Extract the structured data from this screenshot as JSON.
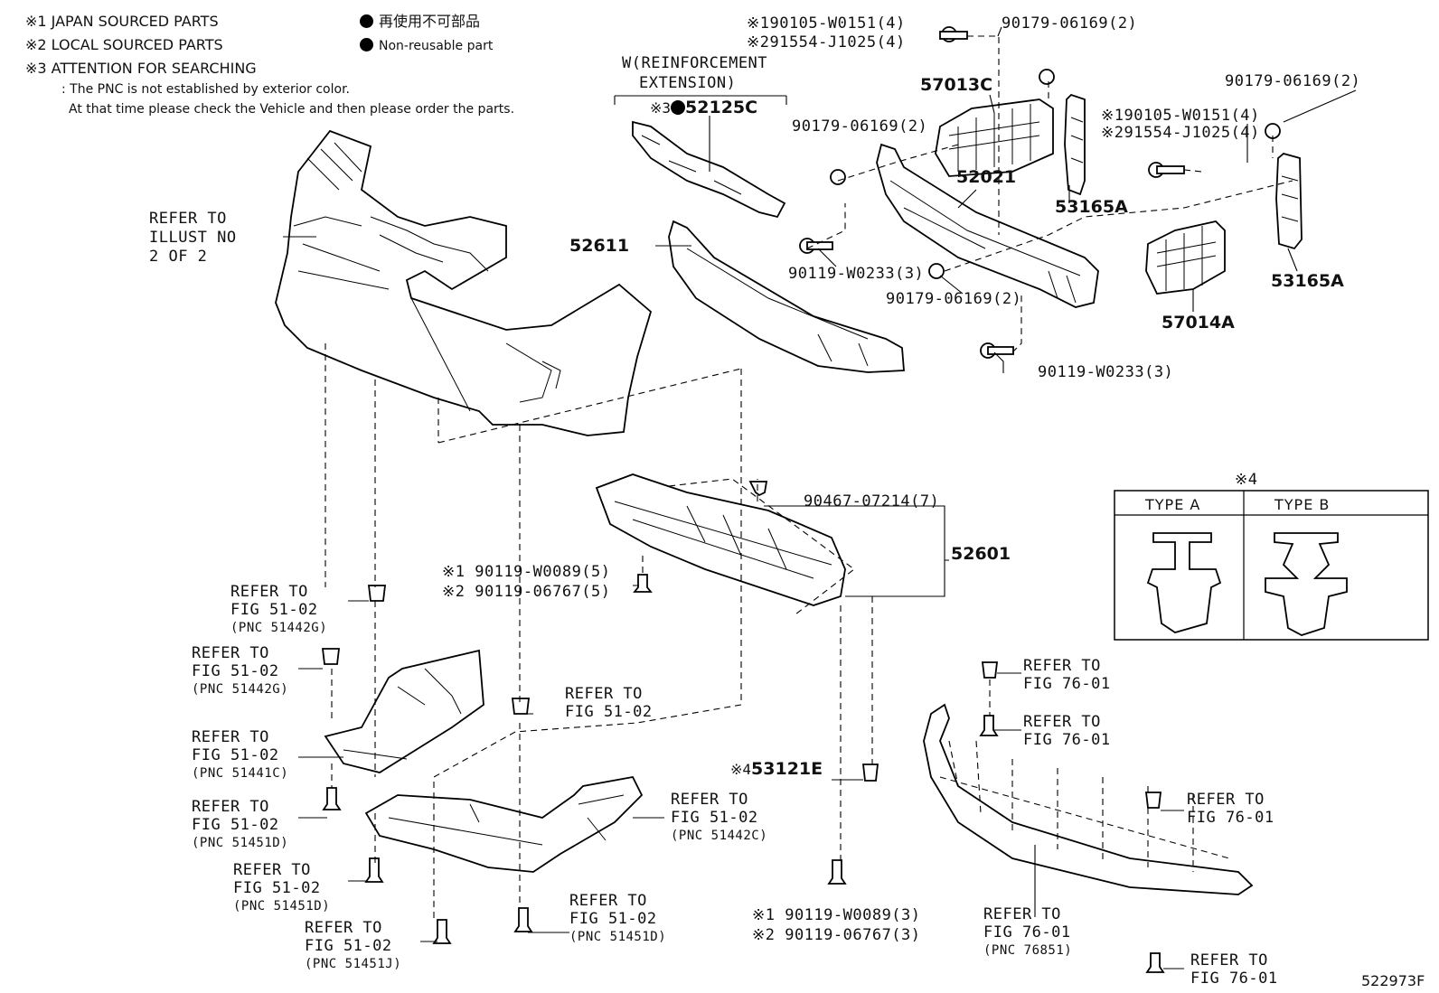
{
  "legend": {
    "note1": "※1  JAPAN SOURCED PARTS",
    "note2": "※2  LOCAL SOURCED PARTS",
    "note3": "※3  ATTENTION FOR SEARCHING",
    "note3_line1": ": The PNC is not established by exterior color.",
    "note3_line2": "At that time please check the Vehicle and then please order the parts.",
    "nonreuse_jp": "再使用不可部品",
    "nonreuse_en": "Non-reusable part"
  },
  "group_label": "W(REINFORCEMENT\nEXTENSION)",
  "group_label_line1": "W(REINFORCEMENT",
  "group_label_line2": "EXTENSION)",
  "refer_illust": [
    "REFER TO",
    "ILLUST NO",
    "2 OF 2"
  ],
  "labels": {
    "l1": "※190105-W0151(4)",
    "l2": "※291554-J1025(4)",
    "l3": "90179-06169(2)",
    "l4": "57013C",
    "l5": "90179-06169(2)",
    "l6": "※3",
    "l6b": "52125C",
    "l7": "90179-06169(2)",
    "l8": "※190105-W0151(4)",
    "l9": "※291554-J1025(4)",
    "l10": "52021",
    "l11": "53165A",
    "l12": "52611",
    "l13": "90119-W0233(3)",
    "l14": "90179-06169(2)",
    "l15": "53165A",
    "l16": "57014A",
    "l17": "90119-W0233(3)",
    "l18": "90467-07214(7)",
    "l19": "52601",
    "l20": "※1 90119-W0089(5)",
    "l21": "※2 90119-06767(5)",
    "l22": "※4",
    "l22b": "53121E",
    "l23": "※1 90119-W0089(3)",
    "l24": "※2 90119-06767(3)",
    "fig_id": "522973F"
  },
  "refs": [
    {
      "a": "REFER TO",
      "b": "FIG 51-02",
      "c": "(PNC 51442G)"
    },
    {
      "a": "REFER TO",
      "b": "FIG 51-02",
      "c": "(PNC 51442G)"
    },
    {
      "a": "REFER TO",
      "b": "FIG 51-02",
      "c": ""
    },
    {
      "a": "REFER TO",
      "b": "FIG 51-02",
      "c": "(PNC 51441C)"
    },
    {
      "a": "REFER TO",
      "b": "FIG 51-02",
      "c": "(PNC 51442C)"
    },
    {
      "a": "REFER TO",
      "b": "FIG 51-02",
      "c": "(PNC 51451D)"
    },
    {
      "a": "REFER TO",
      "b": "FIG 51-02",
      "c": "(PNC 51451D)"
    },
    {
      "a": "REFER TO",
      "b": "FIG 51-02",
      "c": "(PNC 51451D)"
    },
    {
      "a": "REFER TO",
      "b": "FIG 51-02",
      "c": "(PNC 51451J)"
    },
    {
      "a": "REFER TO",
      "b": "FIG 76-01",
      "c": ""
    },
    {
      "a": "REFER TO",
      "b": "FIG 76-01",
      "c": ""
    },
    {
      "a": "REFER TO",
      "b": "FIG 76-01",
      "c": ""
    },
    {
      "a": "REFER TO",
      "b": "FIG 76-01",
      "c": "(PNC 76851)"
    },
    {
      "a": "REFER TO",
      "b": "FIG 76-01",
      "c": ""
    }
  ],
  "clip_types": {
    "marker": "※4",
    "type_a": "TYPE  A",
    "type_b": "TYPE  B"
  }
}
